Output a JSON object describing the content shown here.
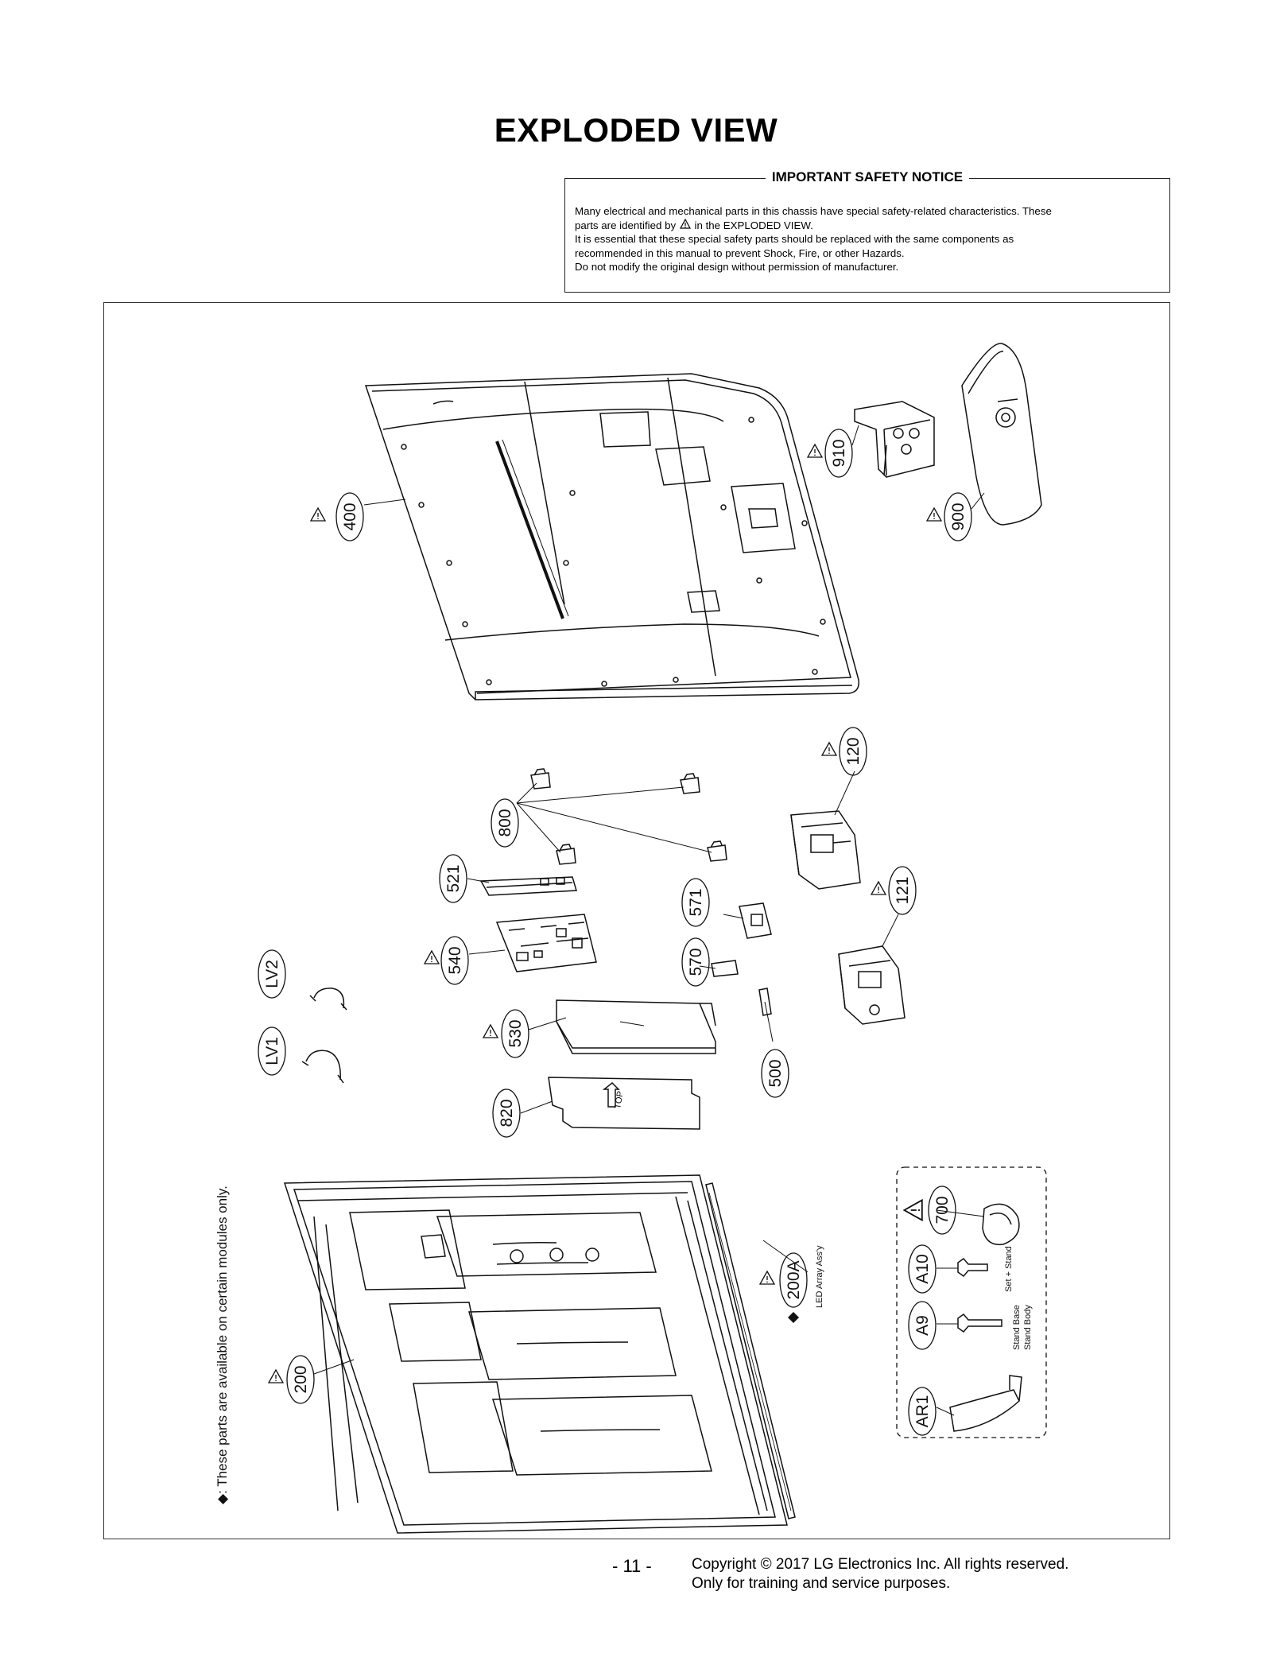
{
  "page": {
    "title": "EXPLODED VIEW",
    "page_number": "- 11 -",
    "copyright_line1": "Copyright © 2017 LG Electronics Inc. All rights reserved.",
    "copyright_line2": "Only for training and service purposes."
  },
  "notice": {
    "heading": "IMPORTANT SAFETY NOTICE",
    "line1": "Many electrical and mechanical parts in this chassis have special safety-related characteristics. These",
    "line2_a": "parts are identified by",
    "line2_icon": "warning-triangle-icon",
    "line2_b": "in the EXPLODED VIEW.",
    "line3": "It is essential that these special safety parts should be replaced with the same components as",
    "line4": "recommended in this manual to prevent Shock, Fire, or other Hazards.",
    "line5": "Do not modify the original design without permission of manufacturer."
  },
  "diagram": {
    "side_note": "◆: These parts are available on certain modules only.",
    "parts": {
      "p400": "400",
      "p910": "910",
      "p900": "900",
      "p120": "120",
      "p121": "121",
      "p800": "800",
      "p521": "521",
      "p540": "540",
      "p571": "571",
      "p570": "570",
      "p530": "530",
      "p500": "500",
      "p820": "820",
      "pLV2": "LV2",
      "pLV1": "LV1",
      "p200": "200",
      "p200A": "200A",
      "p700": "700",
      "pA10": "A10",
      "pA9": "A9",
      "pAR1": "AR1"
    },
    "captions": {
      "led_array": "LED Array Ass'y",
      "set_stand": "Set + Stand",
      "stand_base": "Stand Base",
      "stand_body": "Stand Body",
      "plate_mark": "TOP"
    }
  }
}
